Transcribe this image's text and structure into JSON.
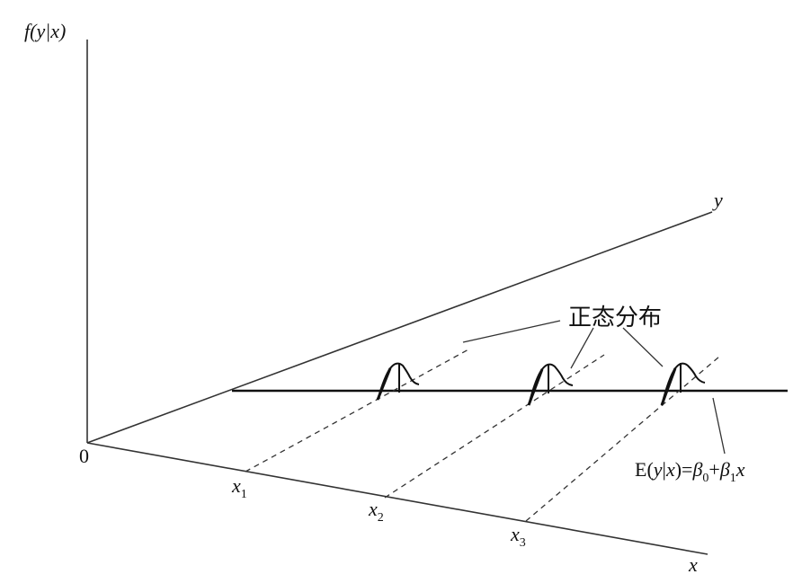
{
  "axes": {
    "vertical_label": "f(y|x)",
    "y_label": "y",
    "x_label": "x",
    "origin_label": "0"
  },
  "ticks": [
    {
      "base": "x",
      "sub": "1"
    },
    {
      "base": "x",
      "sub": "2"
    },
    {
      "base": "x",
      "sub": "3"
    }
  ],
  "annotation": "正态分布",
  "regression": {
    "prefix": "E(",
    "y": "y",
    "bar": "|",
    "x": "x",
    "eq": ")=",
    "beta": "β",
    "b0": "0",
    "plus": "+",
    "b1": "1",
    "x2": "x"
  }
}
